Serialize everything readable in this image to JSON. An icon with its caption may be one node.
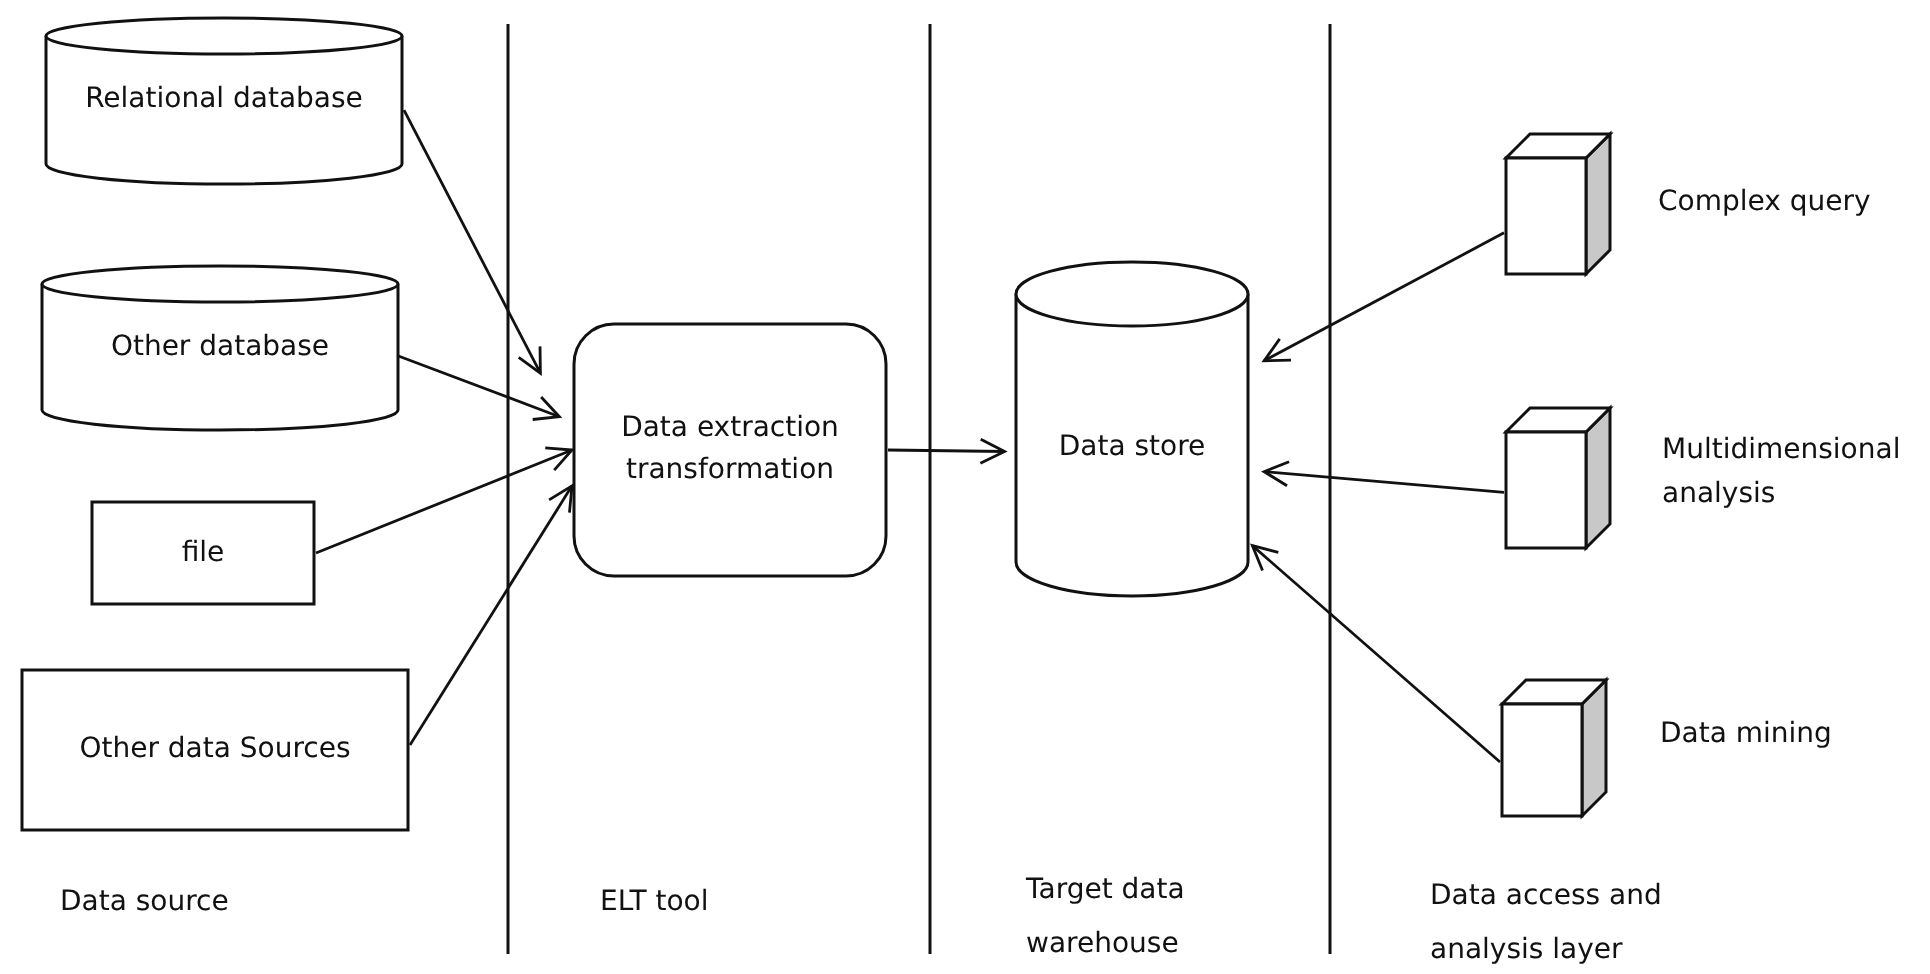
{
  "diagram": {
    "nodes": [
      {
        "text": [
          "Relational database"
        ]
      },
      {
        "text": [
          "Other database"
        ]
      },
      {
        "text": [
          "file"
        ]
      },
      {
        "text": [
          "Other data Sources"
        ]
      },
      {
        "text": [
          "Data extraction transformation"
        ]
      },
      {
        "text": [
          "Data store"
        ]
      },
      {
        "text": [],
        "shape": "cube",
        "beside": [
          "Complex query"
        ]
      },
      {
        "text": [],
        "shape": "cube",
        "beside": [
          "Multidimensional analysis"
        ]
      },
      {
        "text": [],
        "shape": "cube",
        "beside": [
          "Data mining"
        ]
      }
    ],
    "edges": [
      {
        "from": 0,
        "to": 4,
        "arrow": "to"
      },
      {
        "from": 1,
        "to": 4,
        "arrow": "to"
      },
      {
        "from": 2,
        "to": 4,
        "arrow": "to"
      },
      {
        "from": 3,
        "to": 4,
        "arrow": "to"
      },
      {
        "from": 4,
        "to": 5,
        "arrow": "to"
      },
      {
        "from": 6,
        "to": 5,
        "arrow": "to"
      },
      {
        "from": 7,
        "to": 5,
        "arrow": "to"
      },
      {
        "from": 8,
        "to": 5,
        "arrow": "to"
      }
    ],
    "labels": [
      "Data source",
      "ELT tool",
      "Target data warehouse",
      "Data access and analysis layer"
    ]
  }
}
